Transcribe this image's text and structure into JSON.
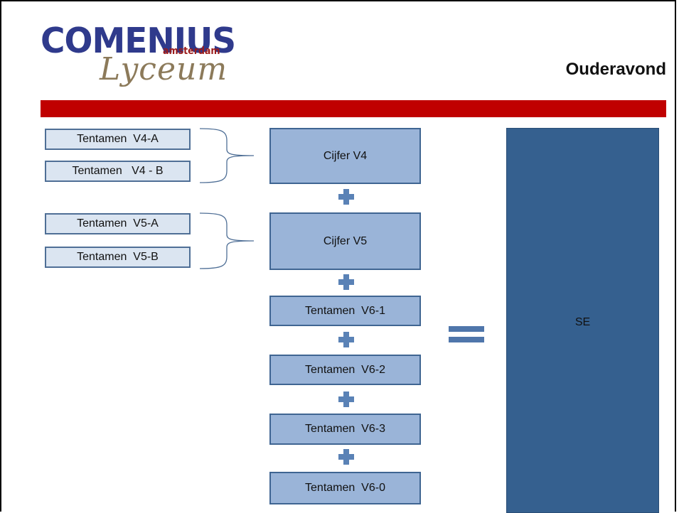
{
  "header": {
    "logo_main": "COMENIUS",
    "logo_sub": "amsterdam",
    "logo_script": "Lyceum",
    "title": "Ouderavond"
  },
  "colors": {
    "accent_bar": "#c00000",
    "light_box": "#dbe5f1",
    "mid_box": "#9ab4d8",
    "dark_box": "#35608f",
    "operator": "#5a82b6"
  },
  "diagram": {
    "group_v4": {
      "items": [
        "Tentamen  V4-A",
        "Tentamen   V4 - B"
      ],
      "result": "Cijfer V4"
    },
    "group_v5": {
      "items": [
        "Tentamen  V5-A",
        "Tentamen  V5-B"
      ],
      "result": "Cijfer V5"
    },
    "v6_items": [
      "Tentamen  V6-1",
      "Tentamen  V6-2",
      "Tentamen  V6-3",
      "Tentamen  V6-0"
    ],
    "total": "SE",
    "plus_icon": "plus-icon",
    "equals_icon": "equals-icon"
  }
}
